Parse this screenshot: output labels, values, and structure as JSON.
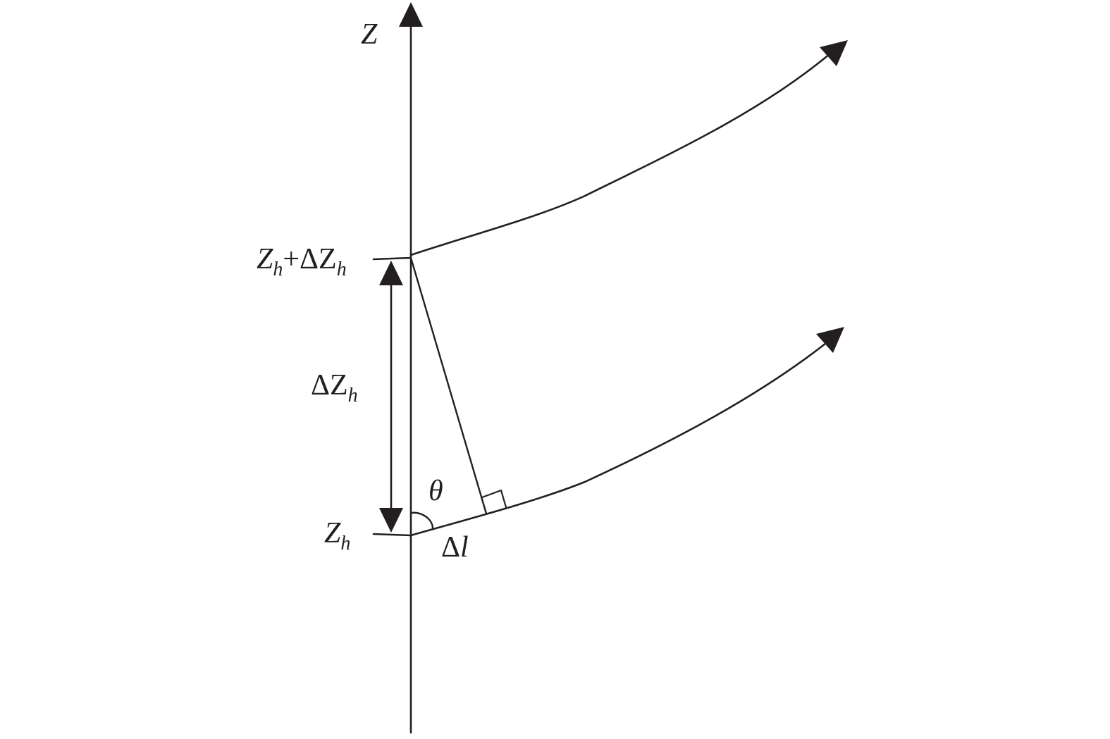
{
  "labels": {
    "axis": {
      "main": "Z"
    },
    "upper_level": {
      "main": "Z",
      "sub": "h",
      "mid": "+ΔZ",
      "sub2": "h"
    },
    "delta_z": {
      "main": "ΔZ",
      "sub": "h"
    },
    "lower_level": {
      "main": "Z",
      "sub": "h"
    },
    "angle": {
      "main": "θ"
    },
    "segment": {
      "delta": "Δ",
      "main": "l"
    }
  },
  "colors": {
    "ink": "#231f20",
    "background": "#ffffff"
  }
}
